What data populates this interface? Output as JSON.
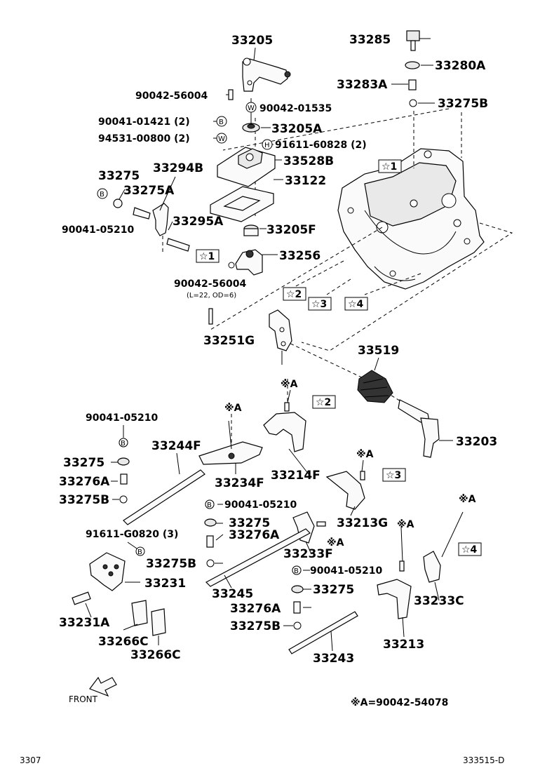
{
  "callouts": {
    "c33205": "33205",
    "c90042_56004_top": "90042-56004",
    "c90042_01535": "90042-01535",
    "c90041_01421": "90041-01421 (2)",
    "c94531_00800": "94531-00800 (2)",
    "c33205A": "33205A",
    "c91611_60828": "91611-60828 (2)",
    "c33528B": "33528B",
    "c33122": "33122",
    "c33275_top": "33275",
    "c33294B": "33294B",
    "c33275A": "33275A",
    "c33295A": "33295A",
    "c90041_05210_top": "90041-05210",
    "c33205F": "33205F",
    "c33256": "33256",
    "c90042_56004_mid": "90042-56004",
    "c90042_56004_mid_spec": "(L=22, OD=6)",
    "c33251G": "33251G",
    "c33285": "33285",
    "c33280A": "33280A",
    "c33283A": "33283A",
    "c33275B_top": "33275B",
    "c33519": "33519",
    "c33203": "33203",
    "c90041_05210_left": "90041-05210",
    "c33244F": "33244F",
    "c33275_left": "33275",
    "c33276A_left": "33276A",
    "c33275B_left": "33275B",
    "c33234F": "33234F",
    "c33214F": "33214F",
    "c90041_05210_center": "90041-05210",
    "c33275_center": "33275",
    "c33276A_center": "33276A",
    "c33275B_center": "33275B",
    "c91611_G0820": "91611-G0820 (3)",
    "c33231": "33231",
    "c33231A": "33231A",
    "c33266C_a": "33266C",
    "c33266C_b": "33266C",
    "c33213G": "33213G",
    "c33233F": "33233F",
    "c90041_05210_right": "90041-05210",
    "c33275_right": "33275",
    "c33245": "33245",
    "c33276A_right": "33276A",
    "c33275B_right": "33275B",
    "c33233C": "33233C",
    "c33213": "33213",
    "c33243": "33243"
  },
  "markers": {
    "ref1_main": "☆1",
    "ref1_left": "☆1",
    "ref2_top": "☆2",
    "ref3_top": "☆3",
    "ref4_top": "☆4",
    "ref2_fork": "☆2",
    "ref3_fork": "☆3",
    "ref4_fork": "☆4",
    "xa_1": "※A",
    "xa_2": "※A",
    "xa_3": "※A",
    "xa_4": "※A",
    "xa_5": "※A",
    "xa_6": "※A",
    "badge_B": "B",
    "badge_W": "W",
    "badge_H": "H"
  },
  "legend": "※A=90042-54078",
  "front_label": "FRONT",
  "page_number": "3307",
  "figure_code": "333515-D"
}
